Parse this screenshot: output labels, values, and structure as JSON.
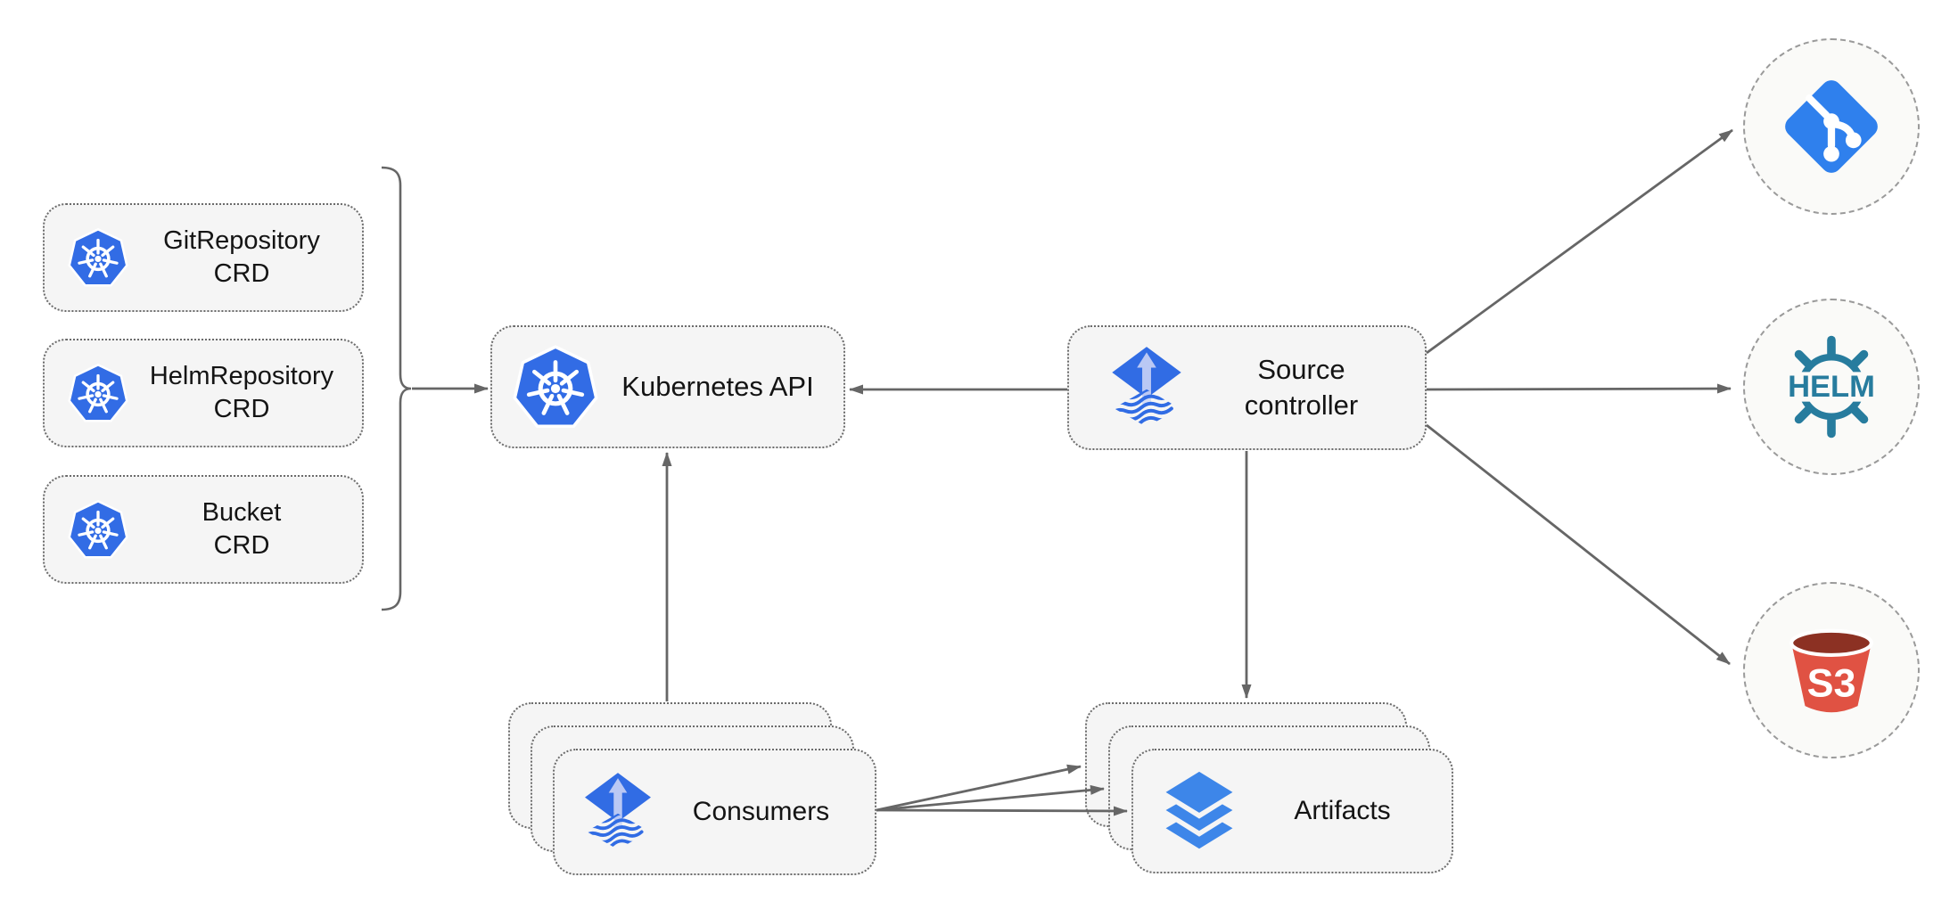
{
  "diagram": {
    "nodes": {
      "git_repository_crd": {
        "label": "GitRepository\nCRD",
        "icon": "kubernetes-icon"
      },
      "helm_repository_crd": {
        "label": "HelmRepository\nCRD",
        "icon": "kubernetes-icon"
      },
      "bucket_crd": {
        "label": "Bucket\nCRD",
        "icon": "kubernetes-icon"
      },
      "kubernetes_api": {
        "label": "Kubernetes API",
        "icon": "kubernetes-icon"
      },
      "source_controller": {
        "label": "Source\ncontroller",
        "icon": "flux-icon"
      },
      "consumers": {
        "label": "Consumers",
        "icon": "flux-icon",
        "stacked": 3
      },
      "artifacts": {
        "label": "Artifacts",
        "icon": "layers-icon",
        "stacked": 3
      },
      "git_remote": {
        "icon": "git-icon"
      },
      "helm_remote": {
        "icon": "helm-icon",
        "label": "HELM"
      },
      "s3_remote": {
        "icon": "s3-icon",
        "label": "S3"
      }
    },
    "edges": [
      {
        "from": "crd_group_bracket",
        "to": "kubernetes_api"
      },
      {
        "from": "source_controller",
        "to": "kubernetes_api"
      },
      {
        "from": "consumers",
        "to": "kubernetes_api"
      },
      {
        "from": "source_controller",
        "to": "artifacts"
      },
      {
        "from": "source_controller",
        "to": "git_remote"
      },
      {
        "from": "source_controller",
        "to": "helm_remote"
      },
      {
        "from": "source_controller",
        "to": "s3_remote"
      },
      {
        "from": "consumers",
        "to": "artifacts",
        "count": 3
      }
    ],
    "colors": {
      "node_fill": "#f5f5f5",
      "node_border": "#6b6b6b",
      "edge": "#666666",
      "kubernetes_blue": "#326ce5",
      "flux_blue": "#316ce4",
      "flux_arrow_light": "#bac8f4",
      "layers_blue": "#3d86e9",
      "git_blue": "#2f80ed",
      "helm_teal": "#277c9e",
      "s3_red": "#e05243",
      "s3_dark": "#8c3123",
      "circle_fill": "#fafaf8",
      "circle_border": "#9a9a9a"
    }
  }
}
